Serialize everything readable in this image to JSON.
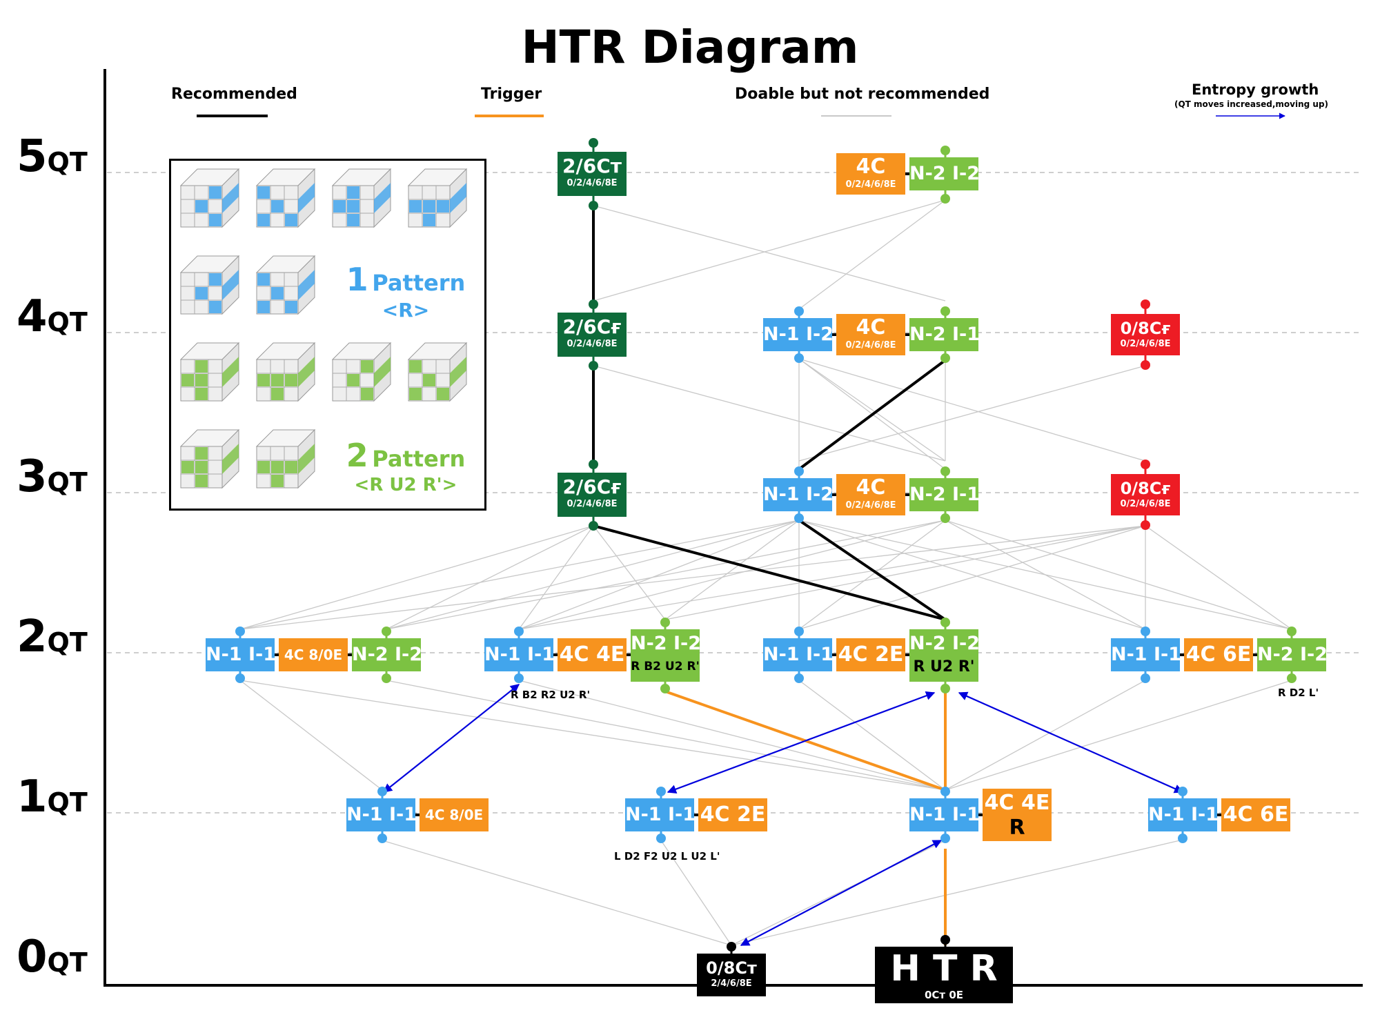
{
  "title": "HTR Diagram",
  "legend": {
    "recommended": "Recommended",
    "trigger": "Trigger",
    "doable": "Doable but not recommended",
    "entropy": "Entropy growth",
    "entropy_note": "(QT moves increased,moving up)"
  },
  "colors": {
    "recommended": "#000000",
    "trigger": "#f7931e",
    "doable": "#c8c8c8",
    "entropy": "#0000dd",
    "blue": "#42a5ec",
    "orange": "#f7931e",
    "green": "#7cc242",
    "dark_green": "#0e6b3a",
    "red": "#ed1c24"
  },
  "levels": [
    {
      "num": "5",
      "unit": "QT"
    },
    {
      "num": "4",
      "unit": "QT"
    },
    {
      "num": "3",
      "unit": "QT"
    },
    {
      "num": "2",
      "unit": "QT"
    },
    {
      "num": "1",
      "unit": "QT"
    },
    {
      "num": "0",
      "unit": "QT"
    }
  ],
  "patterns": {
    "p1_num": "1",
    "p1_label": "Pattern",
    "p1_alg": "<R>",
    "p2_num": "2",
    "p2_label": "Pattern",
    "p2_alg": "<R U2 R'>"
  },
  "nodes": {
    "l5_corner_main": "2/6Cᴛ",
    "l5_corner_sub": "0/2/4/6/8E",
    "l5_4c_main": "4C",
    "l5_4c_sub": "0/2/4/6/8E",
    "l5_n2": "N-2 I-2",
    "l4_corner_main": "2/6Cғ",
    "l4_corner_sub": "0/2/4/6/8E",
    "l4_n1": "N-1 I-2",
    "l4_4c_main": "4C",
    "l4_4c_sub": "0/2/4/6/8E",
    "l4_n2": "N-2 I-1",
    "l4_red_main": "0/8Cғ",
    "l4_red_sub": "0/2/4/6/8E",
    "l3_corner_main": "2/6Cғ",
    "l3_corner_sub": "0/2/4/6/8E",
    "l3_n1": "N-1 I-2",
    "l3_4c_main": "4C",
    "l3_4c_sub": "0/2/4/6/8E",
    "l3_n2": "N-2 I-1",
    "l3_red_main": "0/8Cғ",
    "l3_red_sub": "0/2/4/6/8E",
    "l2a_n1": "N-1 I-1",
    "l2a_c": "4C 8/0E",
    "l2a_n2": "N-2 I-2",
    "l2b_n1": "N-1 I-1",
    "l2b_c": "4C 4E",
    "l2b_n2": "N-2 I-2",
    "l2b_alg": "R B2 U2 R'",
    "l2b_below": "R B2 R2 U2 R'",
    "l2c_n1": "N-1 I-1",
    "l2c_c": "4C 2E",
    "l2c_n2": "N-2 I-2",
    "l2c_alg": "R U2 R'",
    "l2d_n1": "N-1 I-1",
    "l2d_c": "4C 6E",
    "l2d_n2": "N-2 I-2",
    "l2d_below": "R D2 L'",
    "l1a_n1": "N-1 I-1",
    "l1a_c": "4C 8/0E",
    "l1b_n1": "N-1 I-1",
    "l1b_c": "4C 2E",
    "l1b_below": "L D2 F2 U2 L U2 L'",
    "l1c_n1": "N-1 I-1",
    "l1c_c": "4C 4E",
    "l1c_alg": "R",
    "l1d_n1": "N-1 I-1",
    "l1d_c": "4C 6E",
    "l0_main": "0/8Cᴛ",
    "l0_sub": "2/4/6/8E",
    "htr_main": "H T R",
    "htr_sub": "0Cᴛ 0E"
  }
}
